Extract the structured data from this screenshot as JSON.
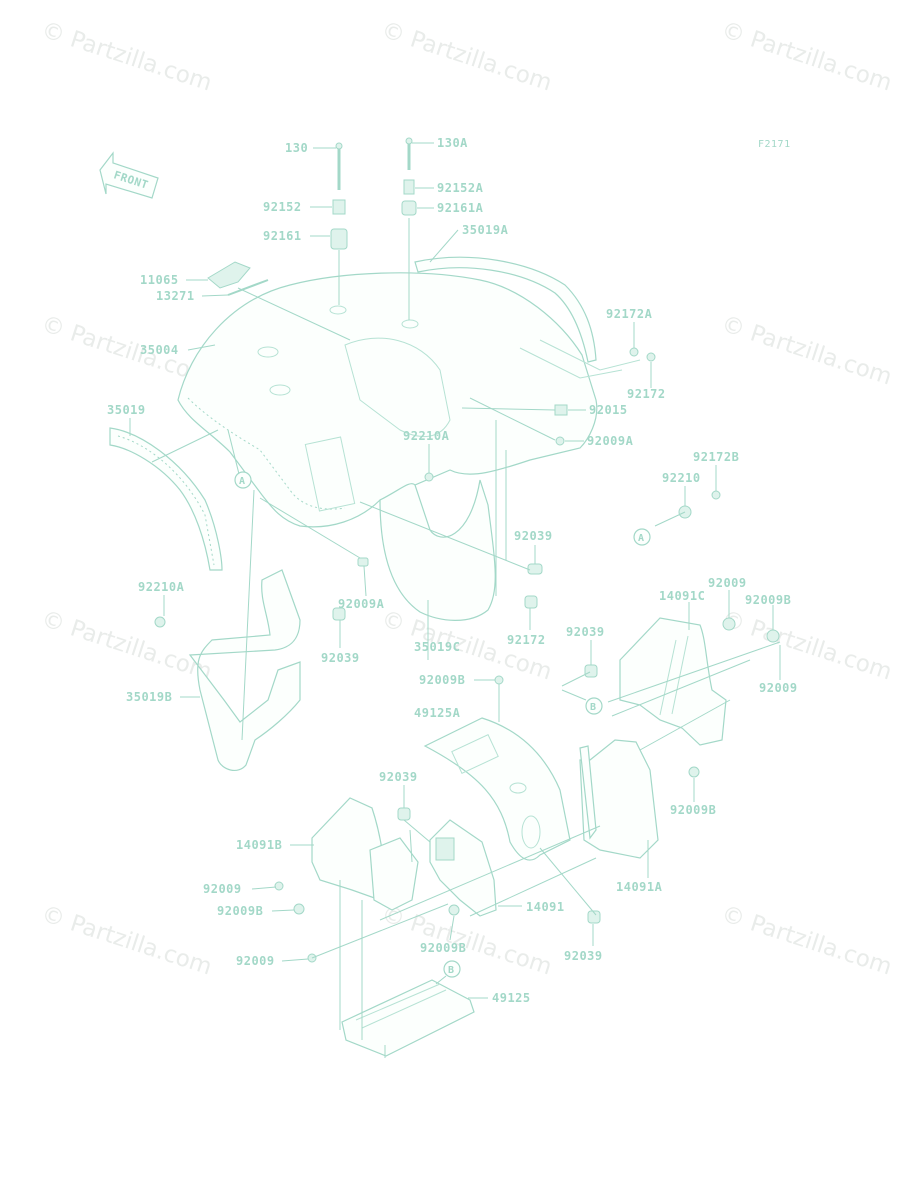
{
  "figure_code": "F2171",
  "front_text": "FRONT",
  "watermark_text": "© Partzilla.com",
  "refs": {
    "a": "A",
    "b": "B"
  },
  "colors": {
    "line": "#a3d8c8",
    "watermark": "#e9ecea",
    "background": "#ffffff"
  },
  "part_labels": [
    "130",
    "130A",
    "92152A",
    "92161A",
    "92152",
    "92161",
    "35019A",
    "11065",
    "13271",
    "92172A",
    "35004",
    "92172",
    "35019",
    "92015",
    "92210A",
    "92009A",
    "92172B",
    "92210",
    "92039",
    "92210A",
    "92009A",
    "92172",
    "92039",
    "35019C",
    "35019B",
    "92009",
    "14091C",
    "92009B",
    "92039",
    "92009",
    "92009B",
    "49125A",
    "92039",
    "92009B",
    "14091B",
    "14091A",
    "92009",
    "92009B",
    "14091",
    "92009B",
    "92039",
    "92009",
    "49125"
  ]
}
